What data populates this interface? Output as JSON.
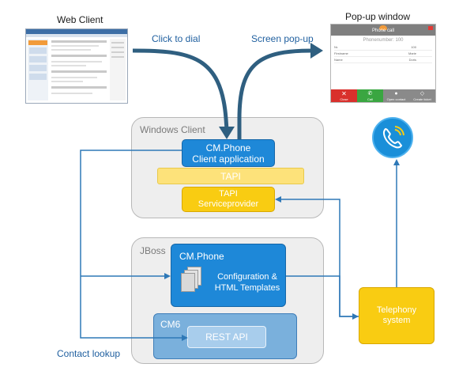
{
  "labels": {
    "web_client": "Web Client",
    "popup_window": "Pop-up window",
    "click_to_dial": "Click to dial",
    "screen_popup": "Screen pop-up",
    "contact_lookup": "Contact lookup"
  },
  "windows_client": {
    "title": "Windows Client",
    "cm_phone_client": "CM.Phone\nClient application",
    "tapi": "TAPI",
    "tapi_service": "TAPI\nServiceprovider"
  },
  "jboss": {
    "title": "JBoss",
    "cm_phone": "CM.Phone",
    "config": "Configuration &\nHTML Templates",
    "cm6": "CM6",
    "rest_api": "REST API"
  },
  "telephony": {
    "label": "Telephony\nsystem"
  },
  "popup": {
    "title": "Phone call",
    "phonenumber": "Phonenumber: 100",
    "rows": [
      {
        "key": "Nr.",
        "value": "100"
      },
      {
        "key": "Firstname",
        "value": "Marie"
      },
      {
        "key": "Name",
        "value": "Doris"
      }
    ],
    "buttons": [
      "Close",
      "Call",
      "Open contact",
      "Create ticket"
    ]
  },
  "colors": {
    "arrow_dark": "#2f5f80",
    "wire": "#2e78b7",
    "cm_blue": "#1e88d8",
    "tapi_yellow": "#fde27a",
    "tapi_service": "#f9cc12",
    "telephony": "#f9cc12",
    "cm6": "#7ab0dc",
    "rest": "#a8cdec",
    "phone_icon_bg": "#1a8fd9"
  }
}
